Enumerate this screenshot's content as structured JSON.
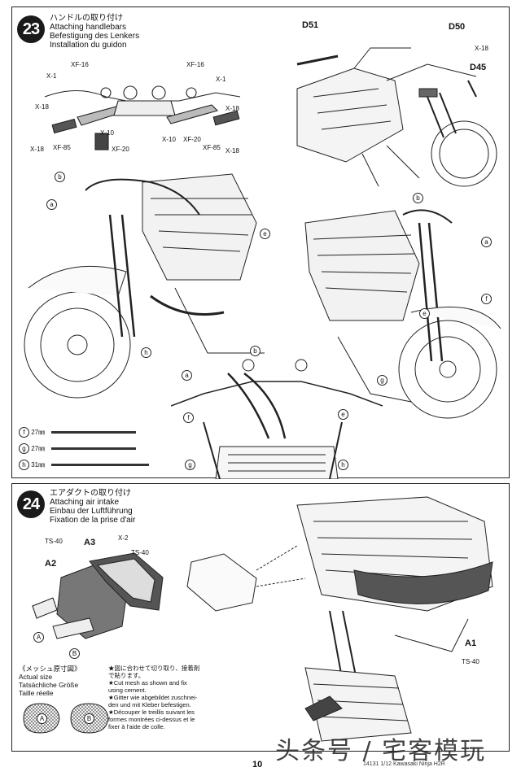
{
  "page_number": "10",
  "footer_text": "14131 1/12 Kawasaki Ninja H2R",
  "watermark": "头条号 / 宅客模玩",
  "step23": {
    "number": "23",
    "title_ja": "ハンドルの取り付け",
    "title_en": "Attaching handlebars",
    "title_de": "Befestigung des Lenkers",
    "title_fr": "Installation du guidon",
    "part_labels": {
      "x1_left": "X-1",
      "xf16_left": "XF-16",
      "x18_l1": "X-18",
      "x18_l2": "X-18",
      "xf85_left": "XF-85",
      "x10_left": "X-10",
      "xf20_left": "XF-20",
      "xf16_right": "XF-16",
      "x1_right": "X-1",
      "x18_r1": "X-18",
      "x10_right": "X-10",
      "xf20_right": "XF-20",
      "xf85_right": "XF-85",
      "x18_r2": "X-18",
      "d51": "D51",
      "d50": "D50",
      "x18_top": "X-18",
      "d45": "D45"
    },
    "markers": {
      "b1": "b",
      "a1": "a",
      "e1": "e",
      "h1": "h",
      "b2": "b",
      "a2": "a",
      "f2": "f",
      "e2": "e",
      "g2": "g",
      "b3": "b",
      "a3": "a",
      "f3": "f",
      "e3": "e",
      "g3": "g",
      "h3": "h"
    },
    "lengths": [
      {
        "mark": "f",
        "value": "27㎜"
      },
      {
        "mark": "g",
        "value": "27㎜"
      },
      {
        "mark": "h",
        "value": "31㎜"
      }
    ]
  },
  "step24": {
    "number": "24",
    "title_ja": "エアダクトの取り付け",
    "title_en": "Attaching air intake",
    "title_de": "Einbau der Luftführung",
    "title_fr": "Fixation de la prise d'air",
    "part_labels": {
      "ts40_a": "TS-40",
      "a3": "A3",
      "x2": "X-2",
      "ts40_b": "TS-40",
      "a2": "A2",
      "mark_a": "A",
      "mark_b": "B",
      "a1": "A1",
      "ts40_c": "TS-40"
    },
    "mesh": {
      "heading": "《メッシュ原寸図》",
      "actual_en": "Actual size",
      "actual_de": "Tatsächliche Größe",
      "actual_fr": "Taille réelle",
      "mark_a": "A",
      "mark_b": "B"
    },
    "notes": [
      "★図に合わせて切り取り、接着剤",
      "で貼ります。",
      "★Cut mesh as shown and fix",
      "using cement.",
      "★Gitter wie abgebildet zuschnei-",
      "den und mit Kleber befestigen.",
      "★Découper le treillis suivant les",
      "formes montrées ci-dessus et le",
      "fixer à l'aide de colle."
    ]
  }
}
